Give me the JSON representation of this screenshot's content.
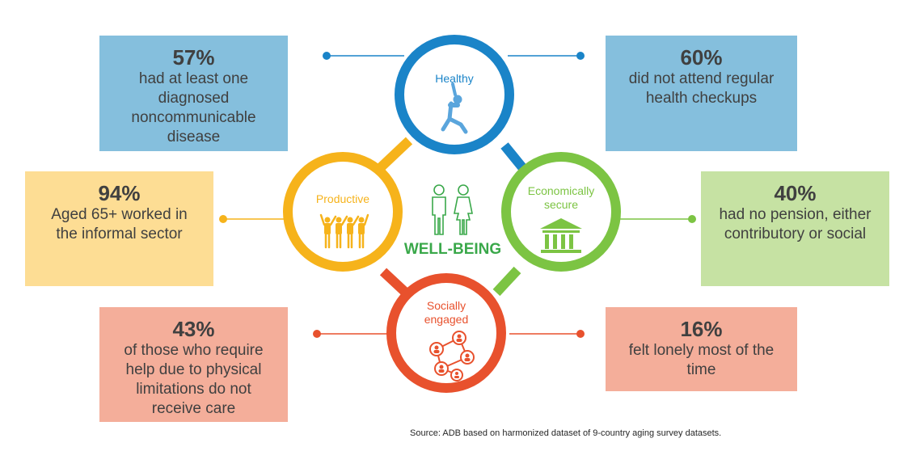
{
  "center_label": "WELL-BEING",
  "circles": {
    "healthy": {
      "label": "Healthy",
      "color": "#1a84c8"
    },
    "productive": {
      "label": "Productive",
      "color": "#f6b31b"
    },
    "economic": {
      "label_line1": "Economically",
      "label_line2": "secure",
      "color": "#7cc443"
    },
    "social": {
      "label_line1": "Socially",
      "label_line2": "engaged",
      "color": "#e8512d"
    }
  },
  "center_color": "#3aa84a",
  "stats": {
    "ncd": {
      "value": "57%",
      "text": "had at least one diagnosed noncommunicable disease",
      "color": "#85bfdd"
    },
    "checkups": {
      "value": "60%",
      "text": "did not attend regular health checkups",
      "color": "#85bfdd"
    },
    "informal": {
      "value": "94%",
      "text": "Aged 65+ worked in the informal sector",
      "color": "#fddd94"
    },
    "pension": {
      "value": "40%",
      "text": "had no pension, either contributory or social",
      "color": "#c6e2a3"
    },
    "care": {
      "value": "43%",
      "text": "of those who require help due to physical limitations do not receive care",
      "color": "#f4ae9a"
    },
    "lonely": {
      "value": "16%",
      "text": "felt lonely most of the time",
      "color": "#f4ae9a"
    }
  },
  "source": "Source: ADB based on harmonized dataset of 9-country aging survey datasets."
}
